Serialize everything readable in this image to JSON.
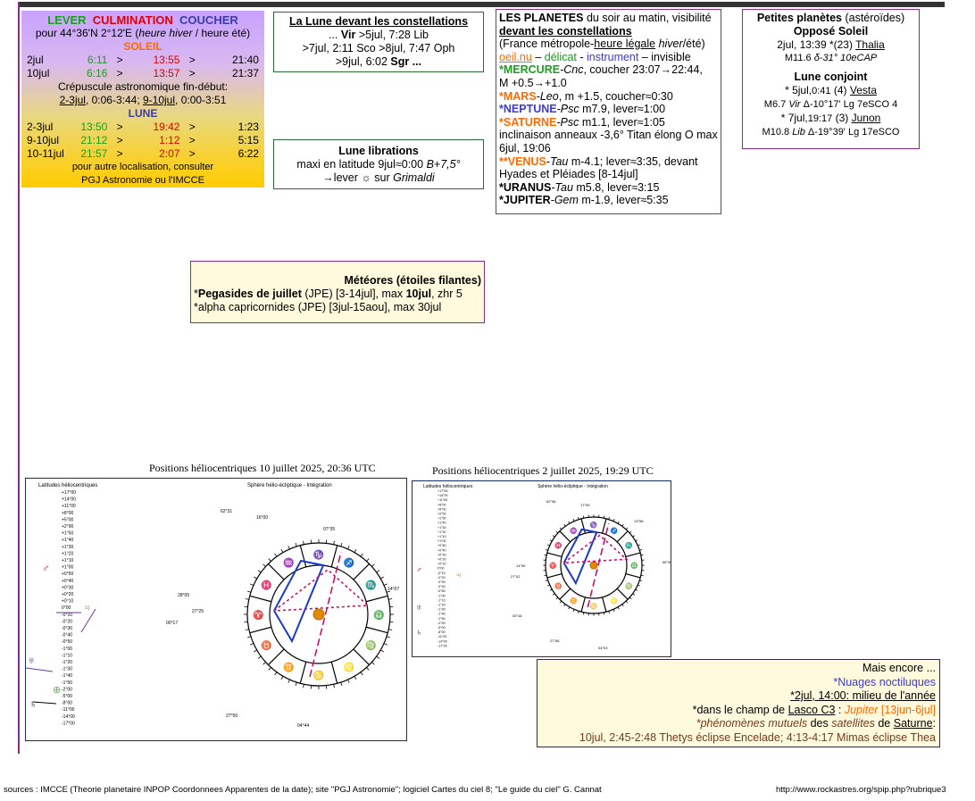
{
  "sunmoon": {
    "hdr_lever": "LEVER",
    "hdr_culm": "CULMINATION",
    "hdr_couch": "COUCHER",
    "location_prefix": "pour 44°36'N  2°12'E (",
    "location_italic": "heure hiver",
    "location_suffix": " / heure été)",
    "soleil_label": "SOLEIL",
    "soleil_rows": [
      {
        "date": "2jul",
        "rise": "6:11",
        "s1": ">",
        "culm": "13:55",
        "s2": ">",
        "set": "21:40"
      },
      {
        "date": "10jul",
        "rise": "6:16",
        "s1": ">",
        "culm": "13:57",
        "s2": ">",
        "set": "21:37"
      }
    ],
    "crep_line1": "Crépuscule astronomique fin-début:",
    "crep_date1": "2-3jul",
    "crep_val1": ", 0:06-3:44; ",
    "crep_date2": "9-10jul",
    "crep_val2": ", 0:00-3:51",
    "lune_label": "LUNE",
    "lune_rows": [
      {
        "date": "2-3jul",
        "rise": "13:50",
        "s1": ">",
        "culm": "19:42",
        "s2": ">",
        "set": "1:23"
      },
      {
        "date": "9-10jul",
        "rise": "21:12",
        "s1": ">",
        "culm": "1:12",
        "s2": ">",
        "set": "5:15"
      },
      {
        "date": "10-11jul",
        "rise": "21:57",
        "s1": ">",
        "culm": "2:07",
        "s2": ">",
        "set": "6:22"
      }
    ],
    "note1": "pour autre localisation, consulter",
    "note2": "PGJ Astronomie ou l'IMCCE"
  },
  "constel": {
    "title": "La Lune devant les constellations",
    "line1_pre": "... ",
    "line1_b": "Vir",
    "line1_post": " >5jul, 7:28 Lib",
    "line2": ">7jul, 2:11 Sco >8jul, 7:47 Oph",
    "line3_pre": ">9jul, 6:02 ",
    "line3_b": "Sgr ..."
  },
  "librations": {
    "title": "Lune librations",
    "line1_pre": "maxi en latitude 9jul≈0:00 ",
    "line1_i": "B+7,5°",
    "line2_pre": "→lever ☼ sur ",
    "line2_i": "Grimaldi"
  },
  "planets": {
    "title": "LES PLANETES",
    "title_post": " du soir au matin, visibilité",
    "subtitle": "devant les constellations",
    "line3_pre": "(France métropole-",
    "line3_u": "heure légale",
    "line3_i": " hiver",
    "line3_post": "/été)",
    "leg_oeil": "oeil.nu",
    "leg_sep1": " – ",
    "leg_delicat": "délicat",
    "leg_sep2": " - ",
    "leg_instrument": "instrument",
    "leg_sep3": " – invisible",
    "mercure_name": "*MERCURE",
    "mercure_c": "-Cnc",
    "mercure_t": ", coucher 23:07→22:44,",
    "mercure_t2": "M +0.5→+1.0",
    "mars_name": "*MARS",
    "mars_c": "-Leo",
    "mars_t": ", m +1.5,  coucher≈0:30",
    "neptune_name": "*NEPTUNE",
    "neptune_c": "-Psc",
    "neptune_t": " m7.9, lever≈1:00",
    "saturne_name": "*SATURNE",
    "saturne_c": "-Psc",
    "saturne_t": " m1.1, lever≈1:05",
    "saturne_t2": " inclinaison anneaux -3,6° Titan élong O max 6jul, 19:06",
    "venus_name": "**VENUS",
    "venus_c": "-Tau",
    "venus_t": " m-4.1; lever≈3:35, devant Hyades et Pléiades [8-14jul]",
    "uranus_name": "*URANUS",
    "uranus_c": "-Tau",
    "uranus_t": " m5.8, lever≈3:15",
    "jupiter_name": "*JUPITER",
    "jupiter_c": "-Gem",
    "jupiter_t": " m-1.9, lever≈5:35"
  },
  "asteroids": {
    "title": "Petites planètes",
    "title_post": " (astéroïdes)",
    "opp": "Opposé Soleil",
    "l1_pre": "2jul, 13:39 *(23) ",
    "l1_u": "Thalia",
    "l2_pre": "M11.6  ",
    "l2_i": "δ-31° 10eCAP",
    "lune_conjoint": "Lune conjoint",
    "c1_pre": "* 5jul,",
    "c1_small": "0:41",
    "c1_mid": " (4) ",
    "c1_u": "Vesta",
    "c2_pre": "M6.7 ",
    "c2_i": "Vir",
    "c2_post": " Δ-10°17' Lg 7eSCO 4",
    "c3_pre": "* 7jul,",
    "c3_small": "19:17",
    "c3_mid": " (3) ",
    "c3_u": "Junon",
    "c4_pre": "M10.8 ",
    "c4_i": "Lib",
    "c4_post": " Δ-19°39' Lg 17eSCO"
  },
  "meteors": {
    "title": "Météores (étoiles filantes)",
    "l1_star": "*",
    "l1_b": "Pegasides de juillet",
    "l1_mid": " (JPE) [3-14jul], max ",
    "l1_b2": "10jul",
    "l1_post": ", zhr 5",
    "l2": "*alpha capricornides (JPE) [3jul-15aou], max 30jul"
  },
  "mais": {
    "title": "Mais encore ...",
    "l1": "*Nuages noctiluques",
    "l2": "*2jul, 14:00: milieu de l'année",
    "l3_pre": "*dans le champ de ",
    "l3_u": "Lasco C3",
    "l3_mid": " : ",
    "l3_i": "Jupiter",
    "l3_post": " [13jun-6jul]",
    "l4_i1": "*phénomènes mutuels",
    "l4_mid": " des ",
    "l4_i2": "satellites",
    "l4_de": " de ",
    "l4_u": "Saturne",
    "l4_post": ":",
    "l5": "10jul, 2:45-2:48 Thetys éclipse Encelade; 4:13-4:17 Mimas éclipse Thea"
  },
  "helio1": {
    "caption": "Positions héliocentriques 10 juillet 2025, 20:36 UTC",
    "left_title": "Latitudes héliocentriques",
    "right_title": "Sphère hélio-écliptique - Intégration",
    "lat_labels": [
      "+17°00",
      "+14°00",
      "+11°00",
      "+8°00",
      "+5°00",
      "+2°00",
      "+1°50",
      "+1°40",
      "+1°30",
      "+1°20",
      "+1°10",
      "+1°00",
      "+0°50",
      "+0°40",
      "+0°30",
      "+0°20",
      "+0°10",
      "0°00",
      "-0°10",
      "-0°20",
      "-0°30",
      "-0°40",
      "-0°50",
      "-1°00",
      "-1°10",
      "-1°20",
      "-1°30",
      "-1°40",
      "-1°50",
      "-2°00",
      "-5°00",
      "-8°00",
      "-11°00",
      "-14°00",
      "-17°00"
    ],
    "angle_labels": [
      "62°31",
      "16°00",
      "07°35",
      "14°07",
      "28°05",
      "27°25",
      "00°17",
      "27°56",
      "04°44"
    ]
  },
  "helio2": {
    "caption": "Positions héliocentriques 2 juillet 2025, 19:29 UTC",
    "left_title": "Latitudes héliocentriques",
    "right_title": "Sphère hélio-écliptique - Intégration",
    "angle_labels": [
      "62°36",
      "17°09",
      "13°58",
      "06°35",
      "14°55",
      "27°42",
      "00°16",
      "27°56",
      "04°03"
    ]
  },
  "footer": {
    "sources": "sources : IMCCE (Theorie planetaire INPOP Coordonnees Apparentes de la date); site \"PGJ Astronomie\"; logiciel  Cartes du ciel 8; \"Le guide du ciel\" G. Cannat",
    "url": "http://www.rockastres.org/spip.php?rubrique3"
  }
}
